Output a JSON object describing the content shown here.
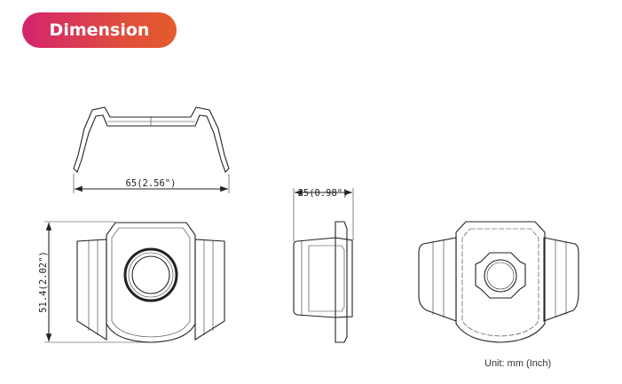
{
  "header": {
    "title": "Dimension"
  },
  "dimensions": {
    "width": "65(2.56\")",
    "height": "51.4(2.02\")",
    "depth": "25(0.98\")"
  },
  "unit_note": "Unit: mm (Inch)",
  "colors": {
    "badge_start": "#d3246e",
    "badge_end": "#e45a2c"
  }
}
